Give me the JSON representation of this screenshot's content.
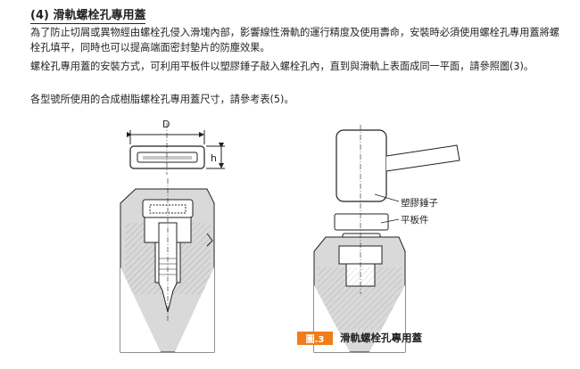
{
  "section": {
    "number": "(4)",
    "title": "滑軌螺栓孔專用蓋"
  },
  "paragraphs": [
    "為了防止切屑或異物經由螺栓孔侵入滑塊內部，影響線性滑軌的運行精度及使用壽命，安裝時必須使用螺栓孔專用蓋將螺栓孔填平，同時也可以提高端面密封墊片的防塵效果。",
    "螺栓孔專用蓋的安裝方式，可利用平板件以塑膠錘子敲入螺栓孔內，直到與滑軌上表面成同一平面，請參照圖(3)。",
    "各型號所使用的合成樹脂螺栓孔專用蓋尺寸，請參考表(5)。"
  ],
  "figure": {
    "dim_d": "D",
    "dim_h": "h",
    "label_hammer": "塑膠錘子",
    "label_plate": "平板件",
    "caption_number": "圖.3",
    "caption_title": "滑軌螺栓孔專用蓋"
  },
  "colors": {
    "caption_accent": "#ef7d1a",
    "section_fill": "#d9d9d9",
    "line": "#231f20"
  }
}
